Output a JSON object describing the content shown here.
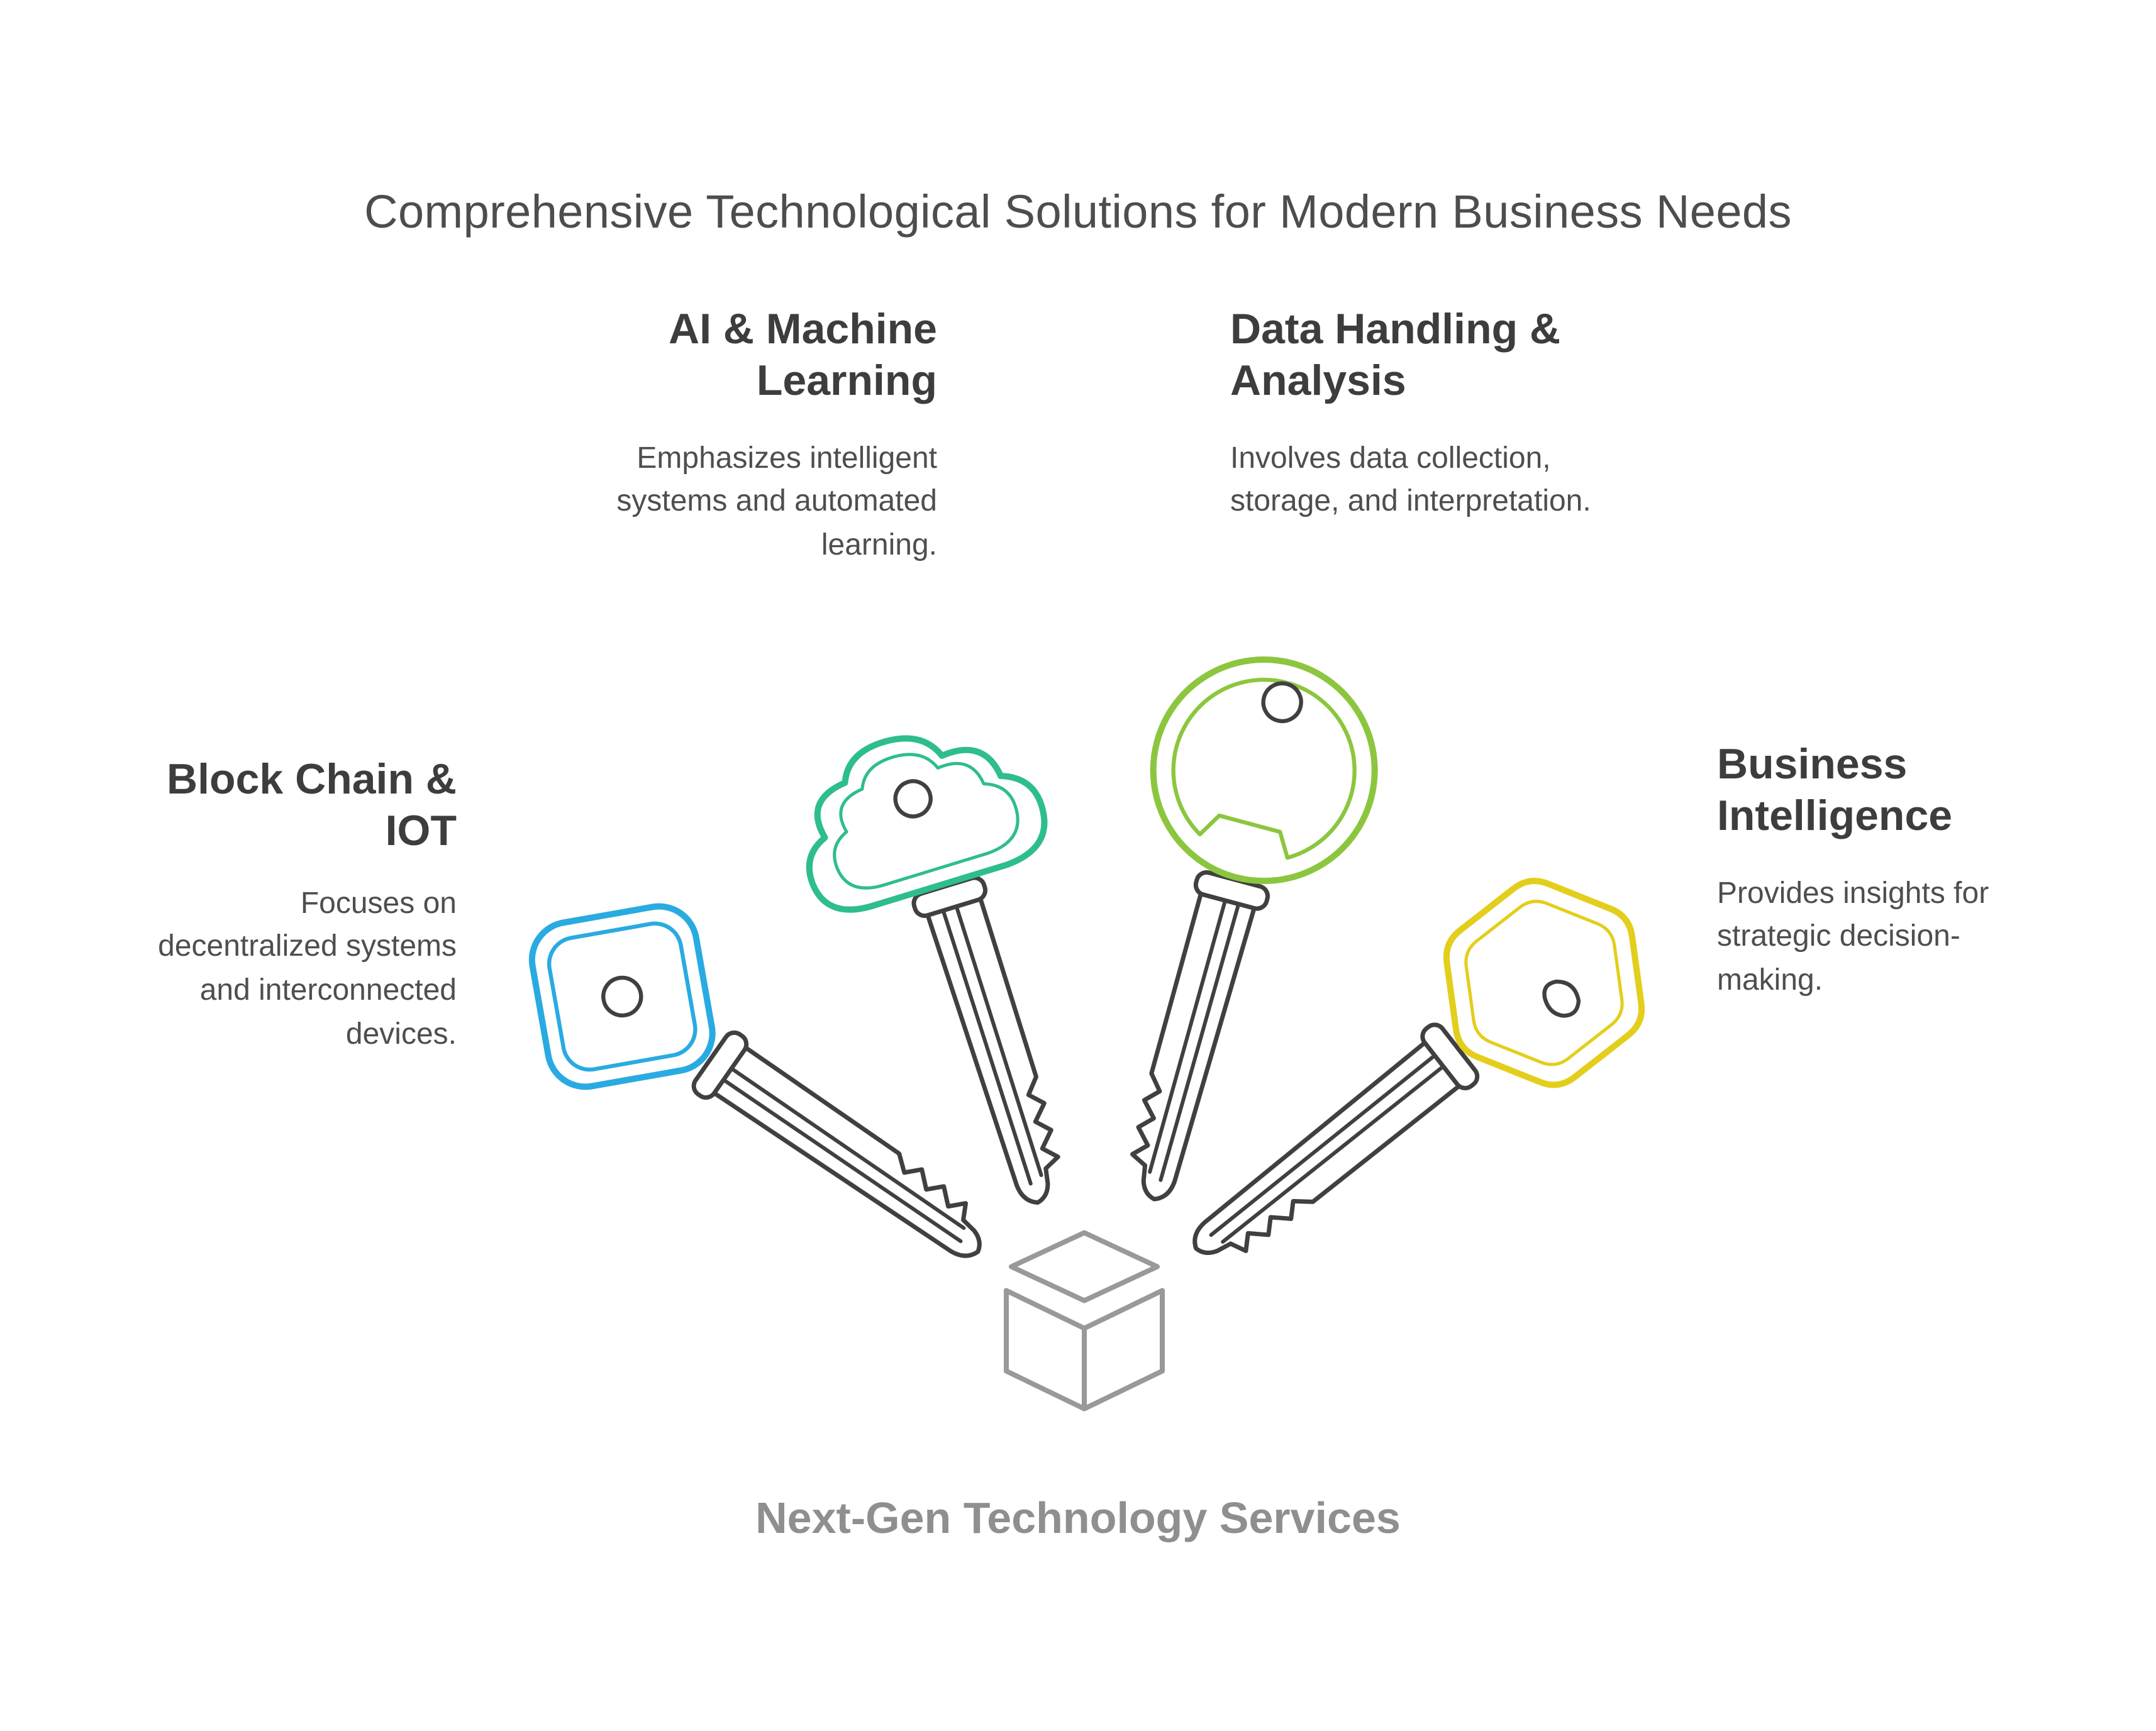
{
  "title": "Comprehensive Technological Solutions for Modern Business Needs",
  "footer_label": "Next-Gen Technology Services",
  "center_icon": "cube-icon",
  "palette": {
    "key_outline": "#404040",
    "cube_gray": "#999999",
    "title_gray": "#4d4d4d",
    "footer_gray": "#8f8f8f"
  },
  "items": [
    {
      "id": "blockchain-iot",
      "title": "Block Chain & IOT",
      "description": "Focuses on decentralized systems and interconnected devices.",
      "color": "#29abe2",
      "icon": "square-key-icon"
    },
    {
      "id": "ai-ml",
      "title": "AI & Machine Learning",
      "description": "Emphasizes intelligent systems and automated learning.",
      "color": "#2ebe8b",
      "icon": "cloud-key-icon"
    },
    {
      "id": "data-handling",
      "title": "Data Handling & Analysis",
      "description": "Involves data collection, storage, and interpretation.",
      "color": "#8cc63f",
      "icon": "circle-key-icon"
    },
    {
      "id": "business-intelligence",
      "title": "Business Intelligence",
      "description": "Provides insights for strategic decision-making.",
      "color": "#e3ce1c",
      "icon": "hexagon-key-icon"
    }
  ]
}
